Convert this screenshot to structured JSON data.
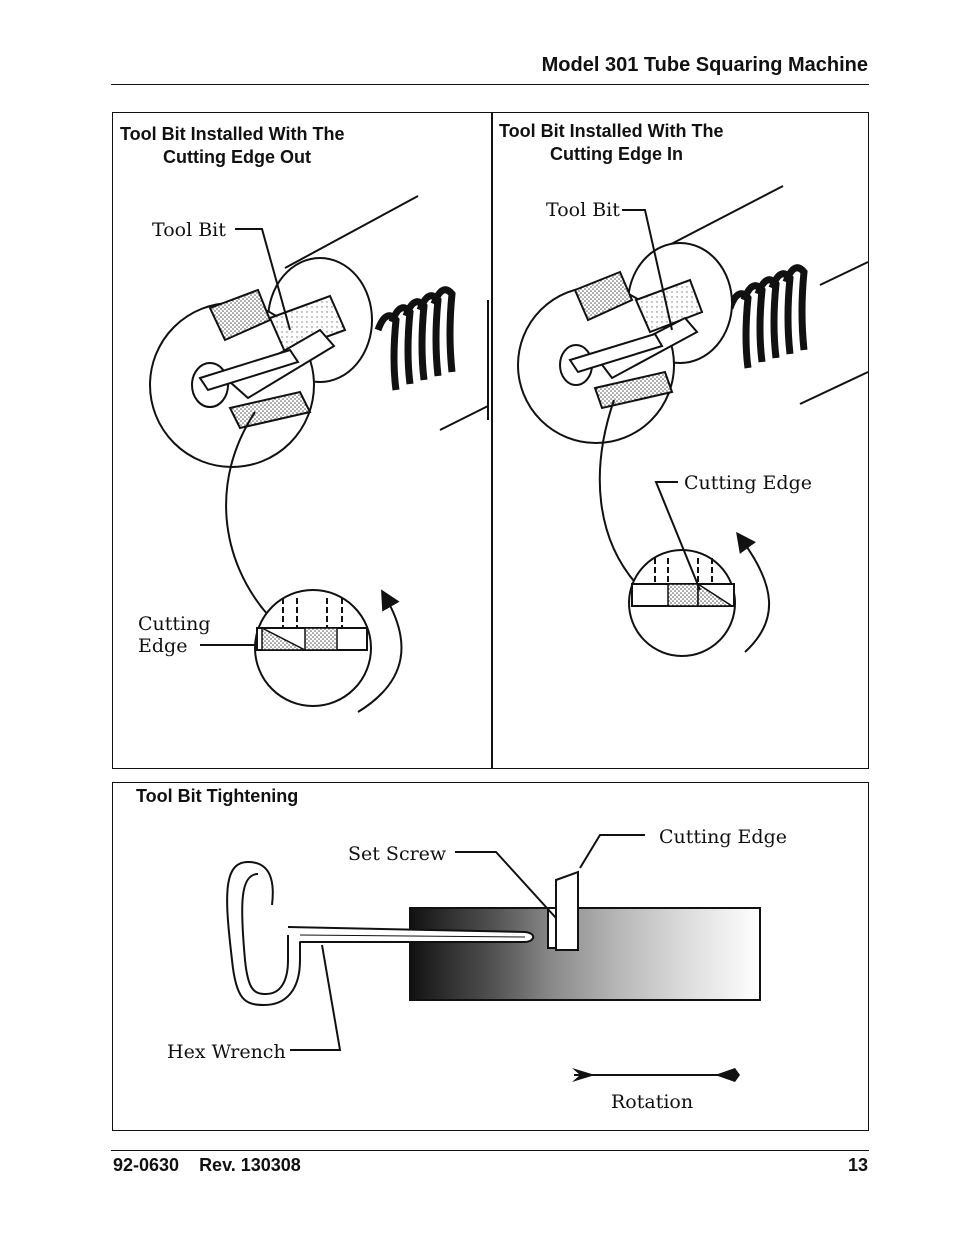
{
  "header": {
    "title": "Model 301 Tube Squaring Machine"
  },
  "figure_left": {
    "caption_line1": "Tool Bit Installed With The",
    "caption_line2": "Cutting Edge Out",
    "label_tool_bit": "Tool Bit",
    "label_cutting_line1": "Cutting",
    "label_cutting_line2": "Edge"
  },
  "figure_right": {
    "caption_line1": "Tool Bit Installed With The",
    "caption_line2": "Cutting Edge In",
    "label_tool_bit": "Tool Bit",
    "label_cutting_edge": "Cutting Edge"
  },
  "figure_bottom": {
    "caption": "Tool Bit Tightening",
    "label_set_screw": "Set Screw",
    "label_cutting_edge": "Cutting Edge",
    "label_hex_wrench": "Hex Wrench",
    "label_rotation": "Rotation"
  },
  "footer": {
    "doc_number": "92-0630    Rev. 130308",
    "page_number": "13"
  }
}
